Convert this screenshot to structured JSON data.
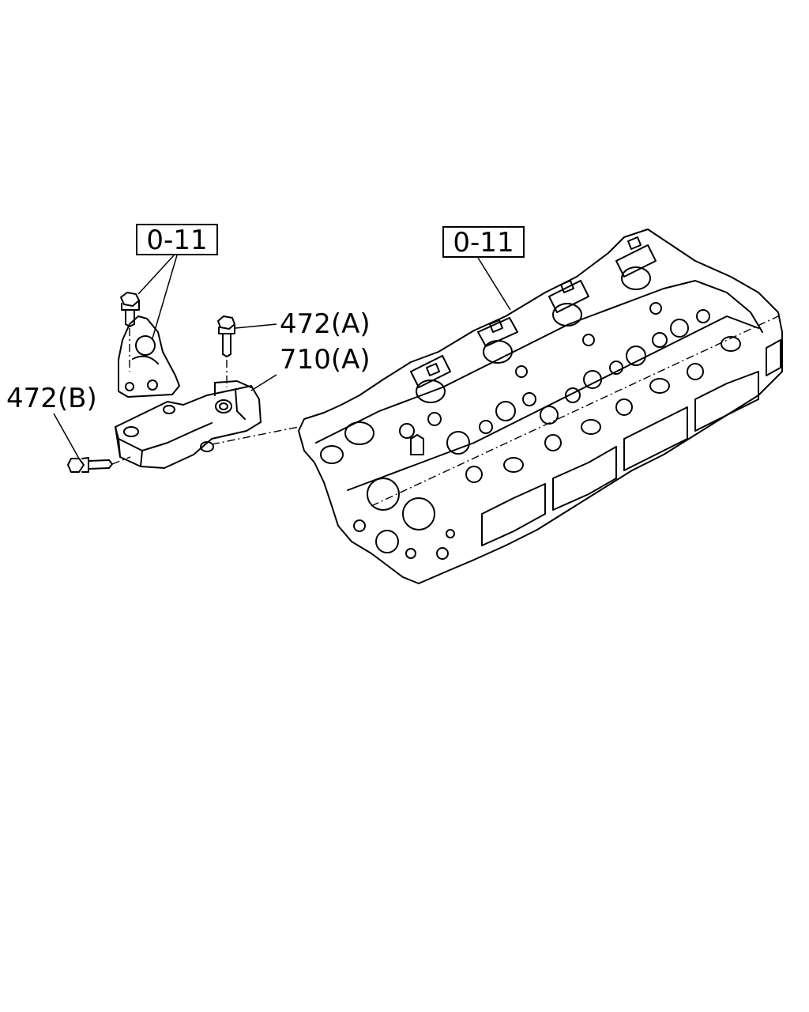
{
  "ref_boxes": {
    "bracket_ref": "0-11",
    "head_ref": "0-11"
  },
  "callouts": {
    "bolt_a": "472(A)",
    "bracket_a": "710(A)",
    "bolt_b": "472(B)"
  },
  "colors": {
    "line": "#000000",
    "background": "#ffffff"
  }
}
